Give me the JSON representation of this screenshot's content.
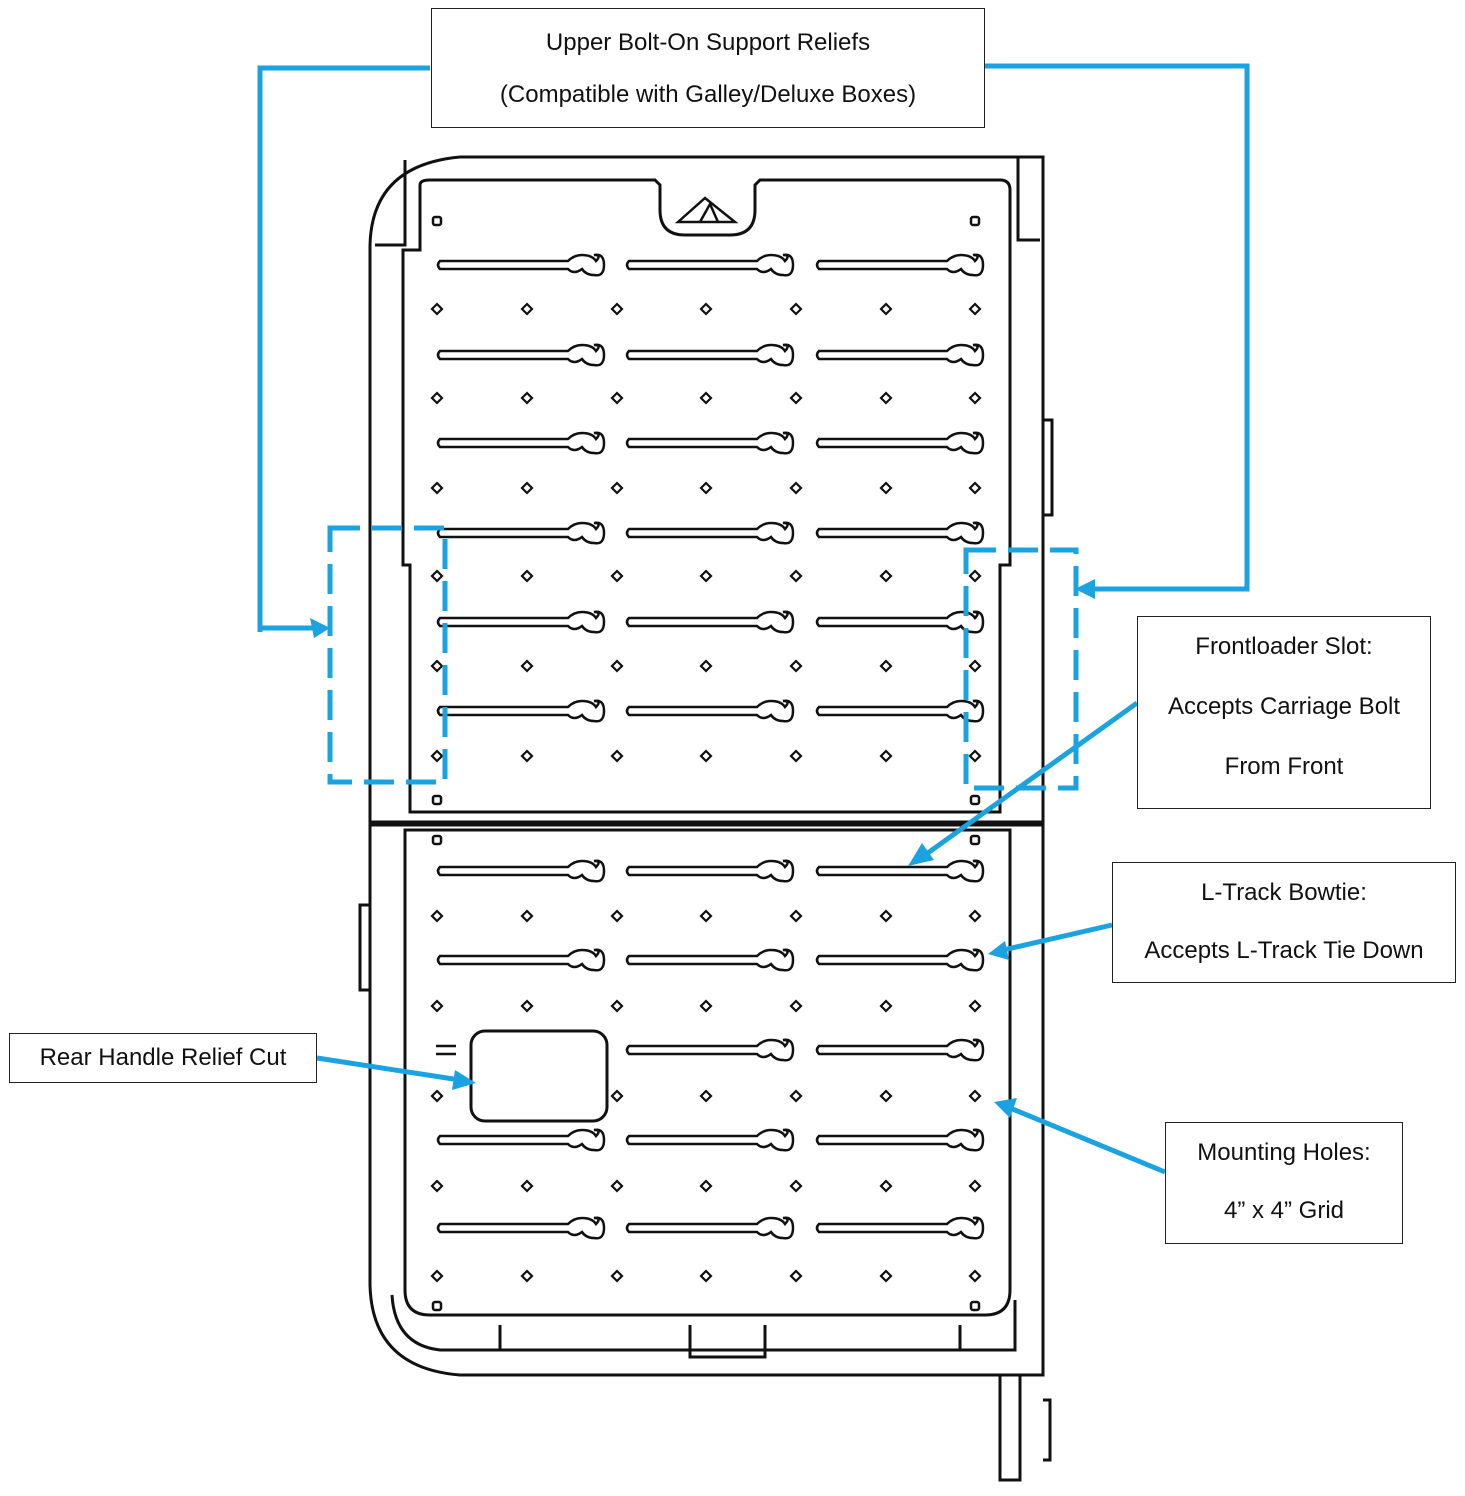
{
  "colors": {
    "callout": "#1aa3e0",
    "outline": "#111111",
    "background": "#ffffff"
  },
  "callouts": {
    "top": {
      "line1": "Upper Bolt-On Support Reliefs",
      "line2": "(Compatible with Galley/Deluxe Boxes)"
    },
    "frontloader": {
      "line1": "Frontloader Slot:",
      "line2": "Accepts Carriage Bolt",
      "line3": "From Front"
    },
    "ltrack": {
      "line1": "L-Track Bowtie:",
      "line2": "Accepts L-Track Tie Down"
    },
    "rear_handle": {
      "line1": "Rear Handle Relief Cut"
    },
    "mounting": {
      "line1": "Mounting Holes:",
      "line2": "4” x 4” Grid"
    }
  },
  "icons": {
    "logo": "mountain-triangle-logo-icon"
  }
}
